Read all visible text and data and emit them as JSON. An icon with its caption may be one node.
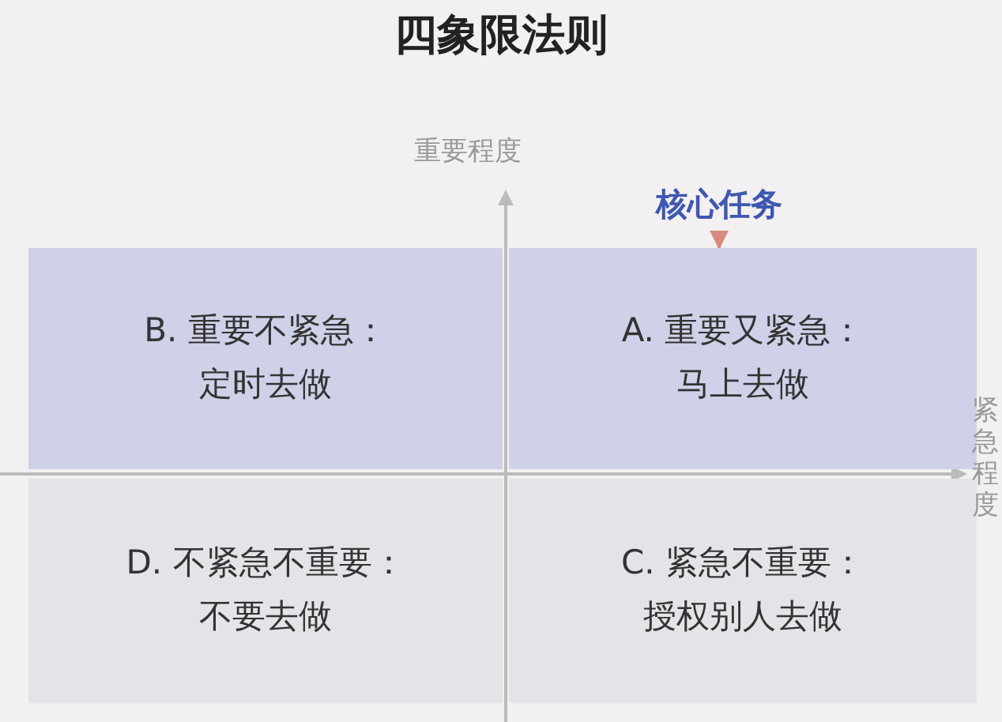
{
  "diagram": {
    "title": "四象限法则",
    "nodes": [
      {
        "text": [
          "核心任务"
        ]
      },
      {
        "text": [
          "B. 重要不紧急：",
          "定时去做"
        ]
      },
      {
        "text": [
          "A. 重要又紧急：",
          "马上去做"
        ]
      },
      {
        "text": [
          "D. 不紧急不重要：",
          "不要去做"
        ]
      },
      {
        "text": [
          "C. 紧急不重要：",
          "授权别人去做"
        ]
      }
    ],
    "edges": [
      {
        "from": 0,
        "to": 2,
        "arrow": "to",
        "color": "#d98a80"
      }
    ],
    "labels": [
      "重要程度",
      "紧急程度"
    ]
  }
}
